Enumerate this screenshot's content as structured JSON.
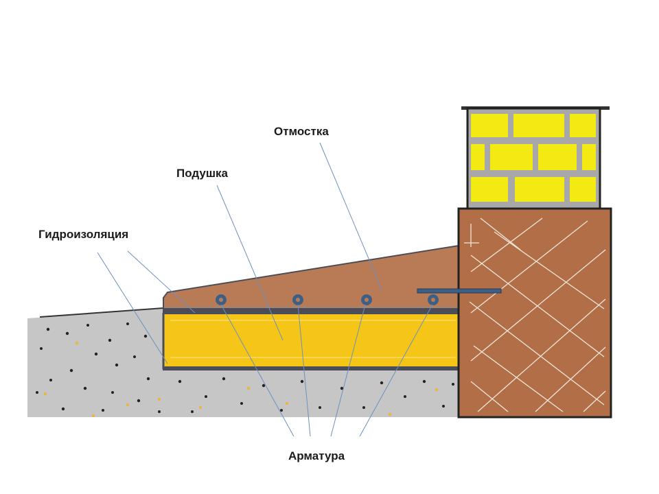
{
  "labels": {
    "otmostka": "Отмостка",
    "podushka": "Подушка",
    "gidroizolyaciya": "Гидроизоляция",
    "armatura": "Арматура"
  },
  "colors": {
    "ground": "#c6c6c6",
    "blind_area": "#b87b55",
    "foundation": "#b26f47",
    "cushion": "#f5c518",
    "brick": "#f2ea12",
    "mortar": "#a8a8a8",
    "waterproofing": "#4a4d58",
    "rebar": "#3e5f85",
    "leader": "#6b8fc0"
  }
}
